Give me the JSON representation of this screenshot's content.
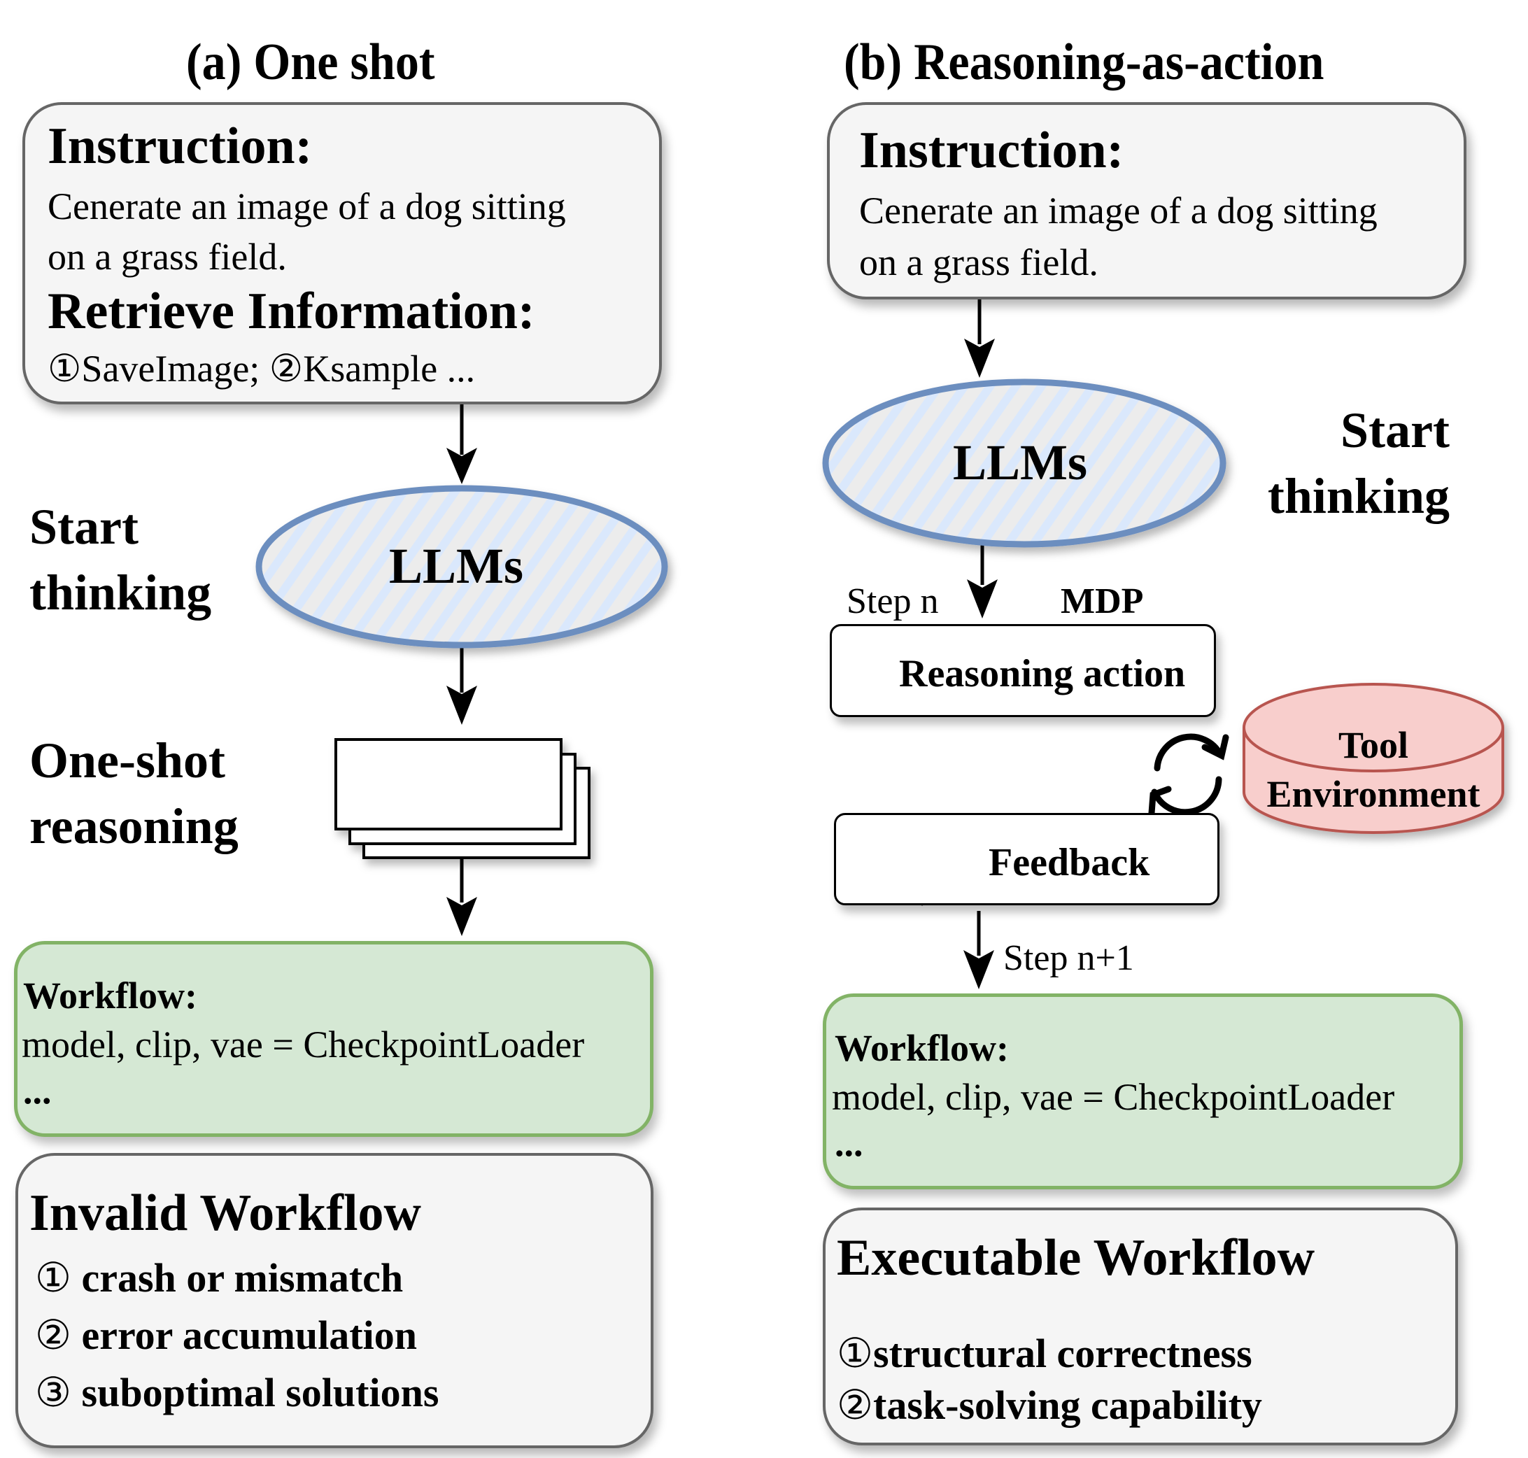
{
  "left_panel": {
    "title": "(a) One shot",
    "instruction": {
      "heading": "Instruction:",
      "text_line1": "Cenerate an image of a dog sitting",
      "text_line2": "on a grass field.",
      "retrieve_heading": "Retrieve Information:",
      "retrieve_text": "①SaveImage; ②Ksample ..."
    },
    "start_thinking_line1": "Start",
    "start_thinking_line2": "thinking",
    "llm_label": "LLMs",
    "oneshot_line1": "One-shot",
    "oneshot_line2": "reasoning",
    "workflow": {
      "heading": "Workflow:",
      "code": "model, clip, vae = CheckpointLoader",
      "ellipsis": "..."
    },
    "result": {
      "title": "Invalid Workflow",
      "items": [
        {
          "num": "①",
          "label": "crash or mismatch",
          "status": "fail"
        },
        {
          "num": "②",
          "label": "error accumulation",
          "status": "fail"
        },
        {
          "num": "③",
          "label": "suboptimal solutions",
          "status": "fail"
        }
      ]
    }
  },
  "right_panel": {
    "title": "(b) Reasoning-as-action",
    "instruction": {
      "heading": "Instruction:",
      "text_line1": "Cenerate an image of a dog sitting",
      "text_line2": "on a grass field."
    },
    "llm_label": "LLMs",
    "start_thinking_line1": "Start",
    "start_thinking_line2": "thinking",
    "step_n": "Step n",
    "mdp": "MDP",
    "reasoning_action": "Reasoning action",
    "tool_env_line1": "Tool",
    "tool_env_line2": "Environment",
    "feedback": "Feedback",
    "step_n1": "Step n+1",
    "workflow": {
      "heading": "Workflow:",
      "code": "model, clip, vae = CheckpointLoader",
      "ellipsis": "..."
    },
    "result": {
      "title": "Executable Workflow",
      "items": [
        {
          "num": "①",
          "label": "structural correctness",
          "status": "pass"
        },
        {
          "num": "②",
          "label": "task-solving capability",
          "status": "pass"
        }
      ]
    }
  },
  "colors": {
    "llm_stroke": "#6c8ebf",
    "llm_hatch": "#dae8fc",
    "workflow_fill": "#d5e8d4",
    "workflow_stroke": "#82b366",
    "panel_fill": "#f5f5f5",
    "panel_stroke": "#666666",
    "tool_fill": "#f8cecc",
    "tool_stroke": "#b85450",
    "fail_red": "#e8262b",
    "pass_green": "#6abf4b"
  }
}
